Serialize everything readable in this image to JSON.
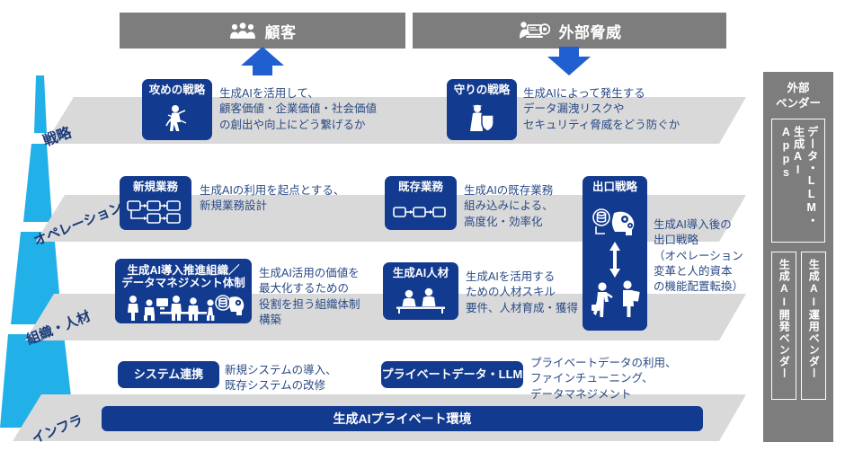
{
  "headers": [
    {
      "label": "顧客",
      "icon": "people-group-icon",
      "arrow": "up",
      "arrow_color": "#1f5fd0"
    },
    {
      "label": "外部脅威",
      "icon": "hacker-laptop-icon",
      "arrow": "down",
      "arrow_color": "#1f5fd0"
    }
  ],
  "colors": {
    "header_gray": "#7d7d7d",
    "band_gray": "#d9d9d9",
    "chip_blue": "#123a8f",
    "pyramid_cyan": "#22b0e8",
    "text_blue": "#2a4a85",
    "arrow_blue": "#1f5fd0"
  },
  "rows": [
    {
      "id": "strategy",
      "label": "戦略"
    },
    {
      "id": "operations",
      "label": "オペレーション"
    },
    {
      "id": "organization",
      "label": "組織・人材"
    },
    {
      "id": "infra",
      "label": "インフラ"
    }
  ],
  "chips": [
    {
      "id": "offense-strategy",
      "title": "攻めの戦略",
      "icon": "archer-icon",
      "desc": "生成AIを活用して、\n顧客価値・企業価値・社会価値\nの創出や向上にどう繋げるか"
    },
    {
      "id": "defense-strategy",
      "title": "守りの戦略",
      "icon": "shield-guard-icon",
      "desc": "生成AIによって発生する\nデータ漏洩リスクや\nセキュリティ脅威をどう防ぐか"
    },
    {
      "id": "new-business",
      "title": "新規業務",
      "icon": "flowchart-icon",
      "desc": "生成AIの利用を起点とする、\n新規業務設計"
    },
    {
      "id": "existing-business",
      "title": "既存業務",
      "icon": "process-chain-icon",
      "desc": "生成AIの既存業務\n組み込みによる、\n高度化・効率化"
    },
    {
      "id": "exit-strategy",
      "title": "出口戦略",
      "icon": "head-gears-people-icon",
      "desc": "生成AI導入後の\n出口戦略\n（オペレーション\n変革と人的資本\nの機能配置転換）"
    },
    {
      "id": "ai-promotion-org",
      "title": "生成AI導入推進組織／\nデータマネジメント体制",
      "icon": "team-meeting-icon",
      "desc": "生成AI活用の価値を\n最大化するための\n役割を担う組織体制\n構築"
    },
    {
      "id": "ai-talent",
      "title": "生成AI人材",
      "icon": "two-people-desk-icon",
      "desc": "生成AIを活用する\nための人材スキル\n要件、人材育成・獲得"
    },
    {
      "id": "system-integration",
      "title": "システム連携",
      "icon": "none",
      "desc": "新規システムの導入、\n既存システムの改修"
    },
    {
      "id": "private-data-llm",
      "title": "プライベートデータ・LLM",
      "icon": "none",
      "desc": "プライベートデータの利用、\nファインチューニング、\nデータマネジメント"
    }
  ],
  "wide_bar": {
    "label": "生成AIプライベート環境"
  },
  "vendor": {
    "title": "外部\nベンダー",
    "boxes": [
      {
        "id": "data-llm-apps",
        "lines": [
          "データ・LLM・",
          "生成AI Apps"
        ]
      },
      {
        "id": "ai-dev-vendor",
        "lines": [
          "生成AI開発ベンダー"
        ]
      },
      {
        "id": "ai-ops-vendor",
        "lines": [
          "生成AI運用ベンダー"
        ]
      }
    ]
  }
}
